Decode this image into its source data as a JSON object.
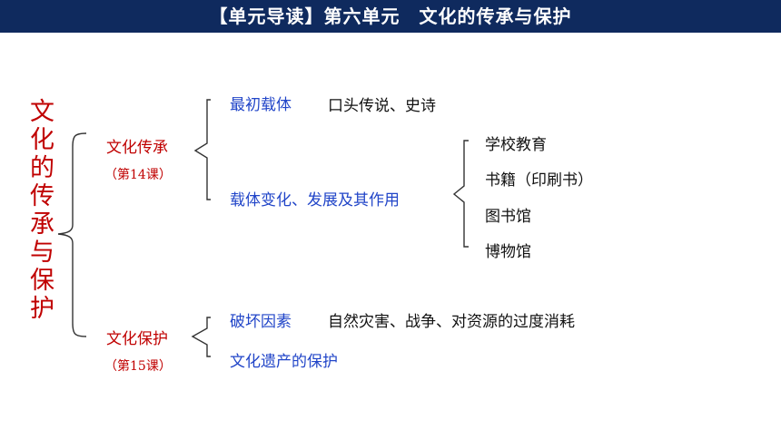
{
  "banner": {
    "title": "【单元导读】第六单元　文化的传承与保护"
  },
  "root": "文化的传承与保护",
  "inheritance": {
    "label": "文化传承",
    "lesson": "（第14课）",
    "initial_carrier": {
      "label": "最初载体",
      "detail": "口头传说、史诗"
    },
    "carrier_change": {
      "label": "载体变化、发展及其作用",
      "items": [
        "学校教育",
        "书籍（印刷书）",
        "图书馆",
        "博物馆"
      ]
    }
  },
  "protection": {
    "label": "文化保护",
    "lesson": "（第15课）",
    "damage": {
      "label": "破坏因素",
      "detail": "自然灾害、战争、对资源的过度消耗"
    },
    "heritage": {
      "label": "文化遗产的保护"
    }
  },
  "colors": {
    "banner_bg": "#0f2a5e",
    "root": "#c00000",
    "branch": "#2145c8",
    "text": "#111111"
  }
}
